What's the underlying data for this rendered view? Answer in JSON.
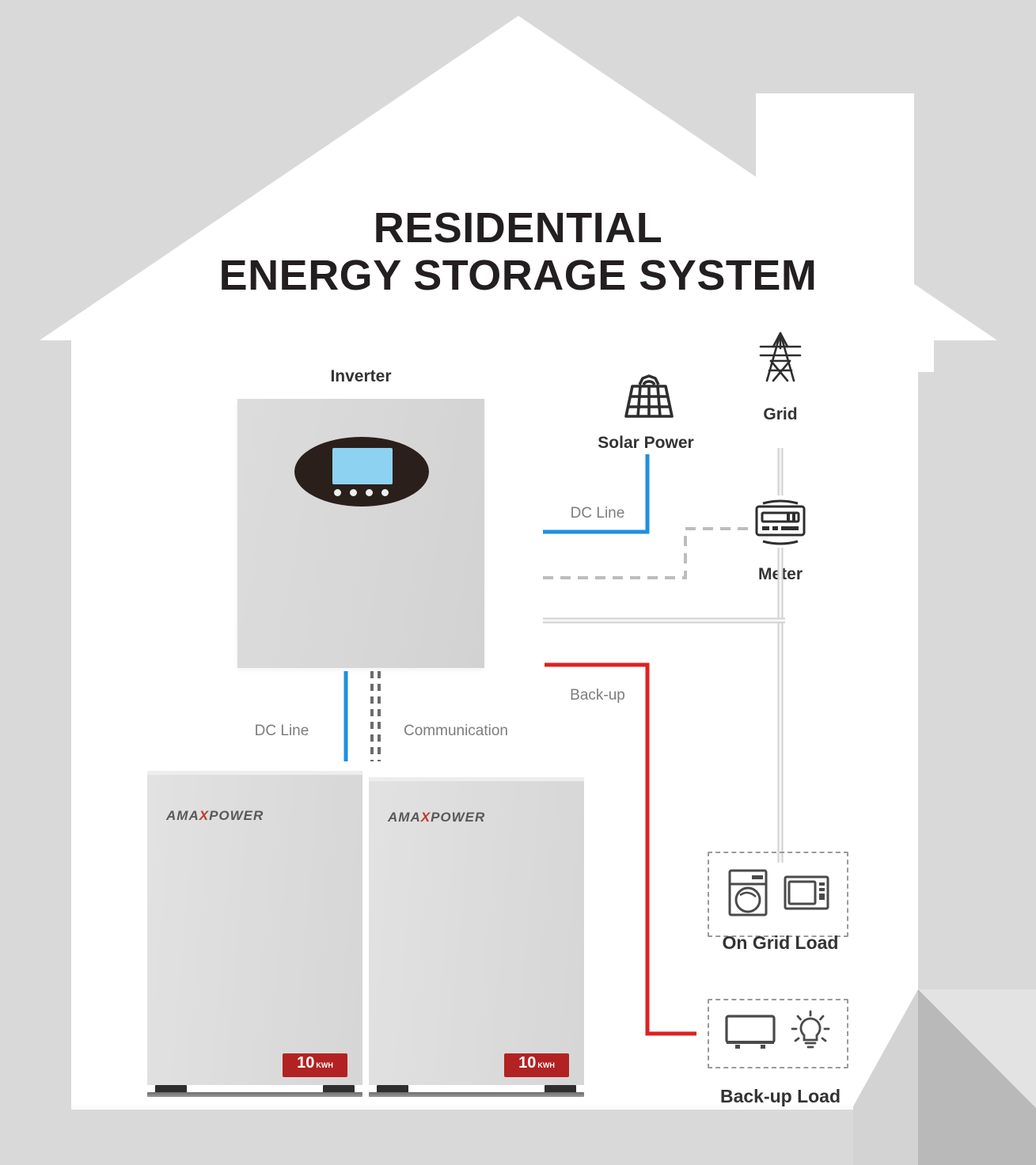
{
  "diagram": {
    "title": "RESIDENTIAL\nENERGY STORAGE SYSTEM",
    "brand": {
      "prefix": "AMA",
      "accent": "X",
      "suffix": "POWER",
      "accent_color": "#c0392b"
    }
  },
  "nodes": {
    "inverter": {
      "label": "Inverter",
      "icon": "inverter-icon"
    },
    "solar": {
      "label": "Solar Power",
      "icon": "solar-panel-icon"
    },
    "grid": {
      "label": "Grid",
      "icon": "power-pylon-icon"
    },
    "meter": {
      "label": "Meter",
      "icon": "electric-meter-icon"
    },
    "on_grid_load": {
      "label": "On Grid Load",
      "icons": [
        "washing-machine-icon",
        "microwave-icon"
      ]
    },
    "backup_load": {
      "label": "Back-up Load",
      "icons": [
        "television-icon",
        "light-bulb-icon"
      ]
    }
  },
  "connections": {
    "dc_line_solar": {
      "label": "DC Line",
      "color": "#1e90e0",
      "style": "solid"
    },
    "dc_line_battery": {
      "label": "DC Line",
      "color": "#1e90e0",
      "style": "solid"
    },
    "communication": {
      "label": "Communication",
      "color": "#8a8a8a",
      "style": "dashed"
    },
    "backup": {
      "label": "Back-up",
      "color": "#e02020",
      "style": "solid"
    },
    "grid_line": {
      "color": "#c4c4c4",
      "style": "solid"
    }
  },
  "batteries": [
    {
      "capacity": "10",
      "unit": "KWH",
      "brand_prefix": "AMA",
      "brand_accent": "X",
      "brand_suffix": "POWER"
    },
    {
      "capacity": "10",
      "unit": "KWH",
      "brand_prefix": "AMA",
      "brand_accent": "X",
      "brand_suffix": "POWER"
    }
  ],
  "colors": {
    "background": "#d9d9d9",
    "house": "#ffffff",
    "title": "#231f20",
    "dc_blue": "#1e90e0",
    "backup_red": "#e02020",
    "badge_red": "#b22222",
    "label_dark": "#333333",
    "label_light": "#7d7d7d"
  }
}
